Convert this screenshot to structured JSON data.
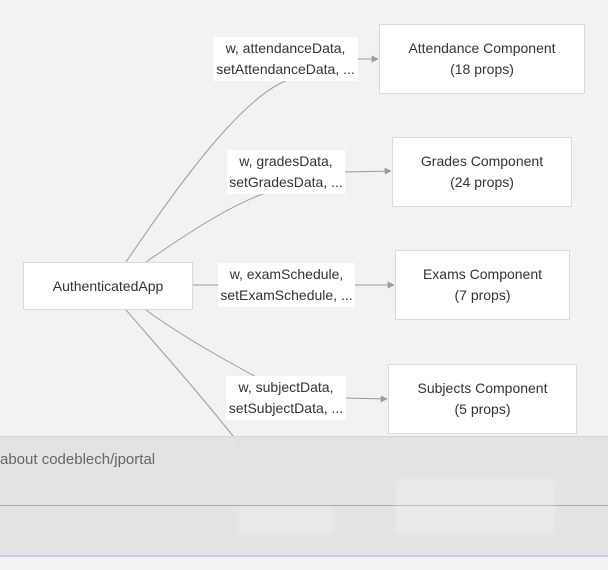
{
  "nodes": {
    "root": {
      "label": "AuthenticatedApp"
    },
    "attendance": {
      "line1": "Attendance Component",
      "line2": "(18 props)"
    },
    "grades": {
      "line1": "Grades Component",
      "line2": "(24 props)"
    },
    "exams": {
      "line1": "Exams Component",
      "line2": "(7 props)"
    },
    "subjects": {
      "line1": "Subjects Component",
      "line2": "(5 props)"
    }
  },
  "edge_labels": {
    "attendance": {
      "line1": "w, attendanceData,",
      "line2": "setAttendanceData, ..."
    },
    "grades": {
      "line1": "w, gradesData,",
      "line2": "setGradesData, ..."
    },
    "exams": {
      "line1": "w, examSchedule,",
      "line2": "setExamSchedule, ..."
    },
    "subjects": {
      "line1": "w, subjectData,",
      "line2": "setSubjectData, ..."
    }
  },
  "overlay": {
    "about_text": "about codeblech/jportal"
  },
  "colors": {
    "edge": "#9a9a9a",
    "background": "#f2f2f1"
  }
}
